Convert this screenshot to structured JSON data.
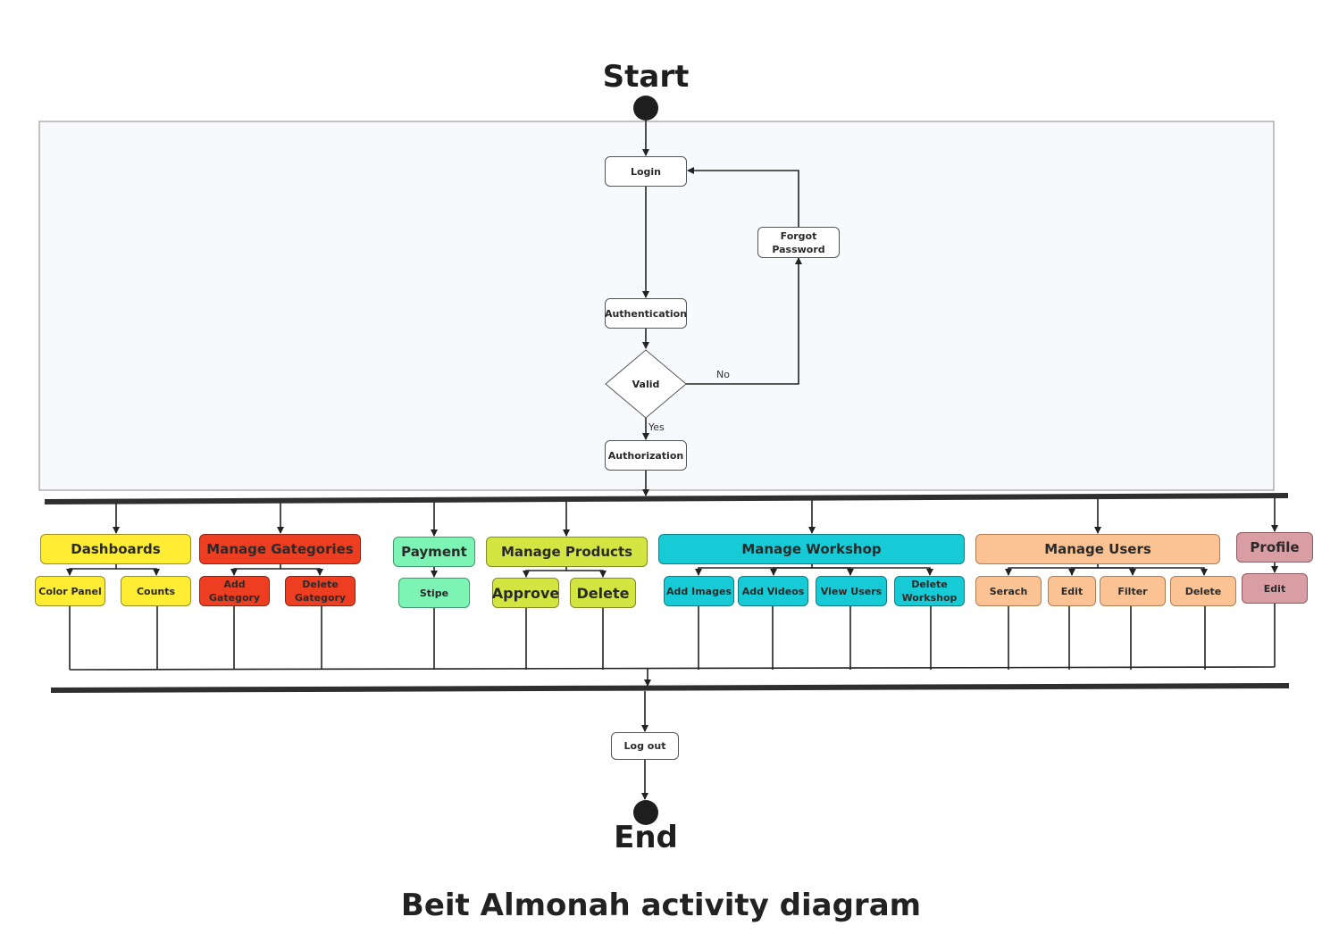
{
  "start_label": "Start",
  "end_label": "End",
  "footer_title": "Beit Almonah activity diagram",
  "auth": {
    "login": "Login",
    "forgot_password": "Forgot Password",
    "authentication": "Authentication",
    "valid": "Valid",
    "no": "No",
    "yes": "Yes",
    "authorization": "Authorization"
  },
  "groups": {
    "dashboards": {
      "title": "Dashboards",
      "items": [
        "Color Panel",
        "Counts"
      ]
    },
    "categories": {
      "title": "Manage Gategories",
      "items": [
        "Add Gategory",
        "Delete Gategory"
      ]
    },
    "payment": {
      "title": "Payment",
      "items": [
        "Stipe"
      ]
    },
    "products": {
      "title": "Manage Products",
      "items": [
        "Approve",
        "Delete"
      ]
    },
    "workshop": {
      "title": "Manage Workshop",
      "items": [
        "Add Images",
        "Add Videos",
        "View Users",
        "Delete Workshop"
      ]
    },
    "users": {
      "title": "Manage Users",
      "items": [
        "Serach",
        "Edit",
        "Filter",
        "Delete"
      ]
    },
    "profile": {
      "title": "Profile",
      "items": [
        "Edit"
      ]
    }
  },
  "logout": "Log out",
  "colors": {
    "yellow": "#ffed33",
    "red": "#ee3e22",
    "mint": "#7cf4b4",
    "lime": "#d2e541",
    "cyan": "#16cad6",
    "peach": "#fbc394",
    "rose": "#d99ea3"
  }
}
